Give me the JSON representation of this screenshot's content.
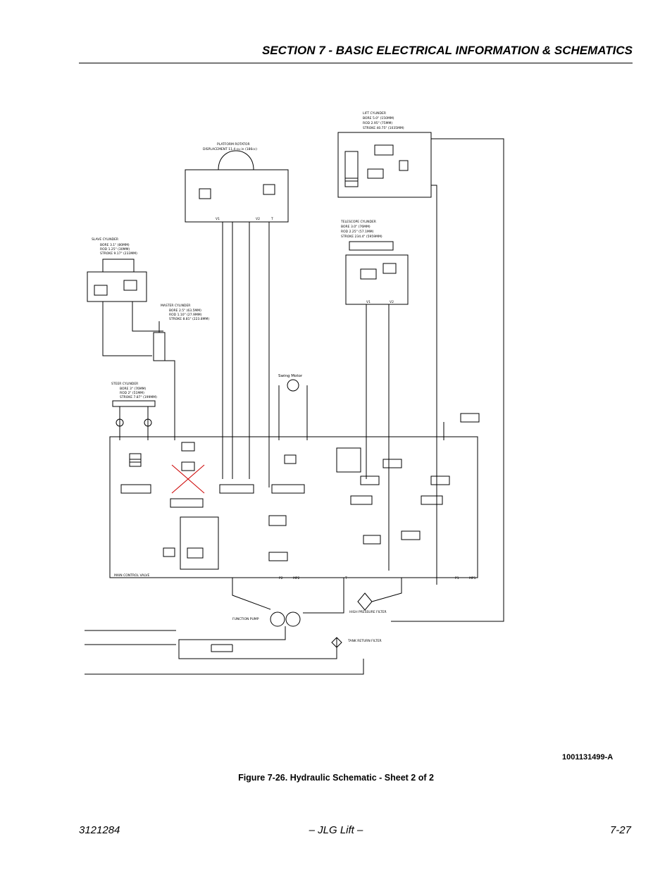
{
  "header": {
    "section_title": "SECTION 7 - BASIC ELECTRICAL INFORMATION & SCHEMATICS"
  },
  "schematic": {
    "lift_cylinder": [
      "LIFT CYLINDER",
      "BORE 5.0\" (150MM)",
      "ROD 2.95\" (75MM)",
      "STROKE 40.75\" (1035MM)"
    ],
    "platform_rotator": [
      "PLATFORM ROTATOR",
      "DISPLACEMENT 11.4 cu in (186cc)"
    ],
    "telescope_cylinder": [
      "TELESCOPE CYLINDER",
      "BORE 3.0\" (76MM)",
      "ROD 2.25\" (57.1MM)",
      "STROKE 234.4\" (5959MM)"
    ],
    "slave_cylinder": [
      "SLAVE CYLINDER",
      "BORE 3.1\" (80MM)",
      "ROD 1.25\" (30MM)",
      "STROKE 9.17\" (233MM)"
    ],
    "master_cylinder": [
      "MASTER CYLINDER",
      "BORE 2.5\" (63.5MM)",
      "ROD 1.10\" (27.9MM)",
      "STROKE 8.81\" (223.8MM)"
    ],
    "steer_cylinder": [
      "STEER CYLINDER",
      "BORE 3\" (76MM)",
      "ROD 2\" (51MM)",
      "STROKE 7.87\" (199MM)"
    ],
    "swing_motor": "Swing Motor",
    "main_control_valve": "MAIN CONTROL VALVE",
    "function_pump": "FUNCTION PUMP",
    "high_pressure_filter": "HIGH PRESSURE FILTER",
    "tank_return_filter": "TANK RETURN FILTER",
    "ports": {
      "v1": "V1",
      "v2": "V2",
      "t": "T",
      "p1": "P1",
      "mp1": "MP1",
      "p2": "P2",
      "mp2": "MP2"
    }
  },
  "drawing_number": "1001131499-A",
  "figure_caption": "Figure 7-26.  Hydraulic Schematic - Sheet 2 of 2",
  "footer": {
    "left": "3121284",
    "center": "– JLG Lift –",
    "right": "7-27"
  }
}
